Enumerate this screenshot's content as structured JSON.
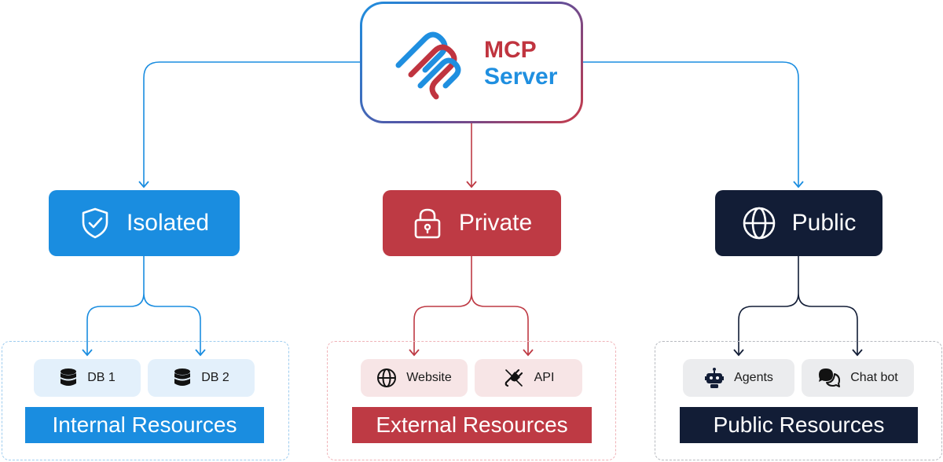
{
  "server": {
    "title_line1": "MCP",
    "title_line2": "Server"
  },
  "categories": [
    {
      "label": "Isolated",
      "icon": "shield-check-icon",
      "color": "#1a8de0"
    },
    {
      "label": "Private",
      "icon": "padlock-icon",
      "color": "#be3a44"
    },
    {
      "label": "Public",
      "icon": "globe-icon",
      "color": "#121d36"
    }
  ],
  "groups": [
    {
      "label": "Internal Resources",
      "items": [
        {
          "label": "DB 1",
          "icon": "database-icon"
        },
        {
          "label": "DB 2",
          "icon": "database-icon"
        }
      ]
    },
    {
      "label": "External Resources",
      "items": [
        {
          "label": "Website",
          "icon": "globe-icon"
        },
        {
          "label": "API",
          "icon": "plug-icon"
        }
      ]
    },
    {
      "label": "Public Resources",
      "items": [
        {
          "label": "Agents",
          "icon": "robot-icon"
        },
        {
          "label": "Chat bot",
          "icon": "chat-bubble-icon"
        }
      ]
    }
  ],
  "colors": {
    "blue": "#1a8de0",
    "red": "#be3a44",
    "navy": "#121d36"
  }
}
